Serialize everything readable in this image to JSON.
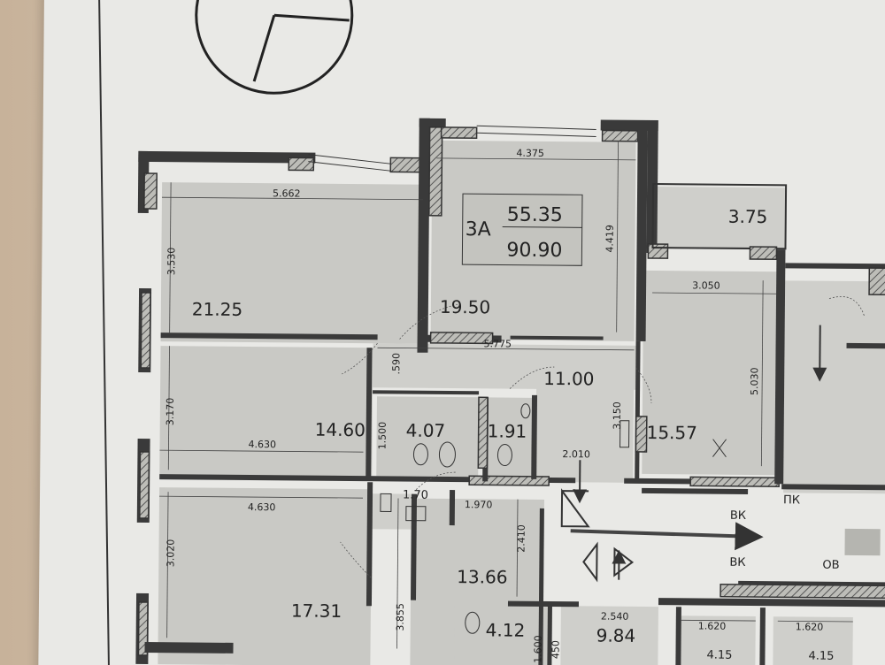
{
  "apartment": {
    "type": "3А",
    "living_area": "55.35",
    "total_area": "90.90"
  },
  "rooms": [
    {
      "id": "room-living",
      "area": "21.25"
    },
    {
      "id": "room-bedroom-1",
      "area": "19.50"
    },
    {
      "id": "room-balcony",
      "area": "3.75"
    },
    {
      "id": "room-hall",
      "area": "11.00"
    },
    {
      "id": "room-bedroom-2",
      "area": "14.60"
    },
    {
      "id": "room-bath",
      "area": "4.07"
    },
    {
      "id": "room-wc",
      "area": "1.91"
    },
    {
      "id": "room-kitchen",
      "area": "15.57"
    },
    {
      "id": "room-storage",
      "area": "1.70"
    },
    {
      "id": "room-bedroom-3",
      "area": "17.31"
    },
    {
      "id": "room-corridor",
      "area": "13.66"
    },
    {
      "id": "room-bath-2",
      "area": "4.12"
    },
    {
      "id": "room-lower-mid",
      "area": "9.84"
    },
    {
      "id": "room-lower-right-1",
      "area": "4.15"
    },
    {
      "id": "room-lower-right-2",
      "area": "4.15"
    }
  ],
  "dimensions": [
    "4.375",
    "5.662",
    "3.530",
    "4.419",
    "3.050",
    "5.030",
    "5.775",
    ".590",
    "3.170",
    "4.630",
    "1.500",
    "2.010",
    "3.150",
    "4.630",
    "1.970",
    "2.410",
    "3.020",
    "3.855",
    "1.600",
    "2.540",
    "1.620",
    "1.620",
    "450"
  ],
  "labels": {
    "vk_1": "ВК",
    "vk_2": "ВК",
    "pk": "ПК",
    "ov": "ОВ"
  },
  "colors": {
    "paper": "#e9e9e6",
    "wall": "#3a3a3a",
    "room_fill": "#c9c9c5",
    "background_wall": "#cdb9a0"
  }
}
